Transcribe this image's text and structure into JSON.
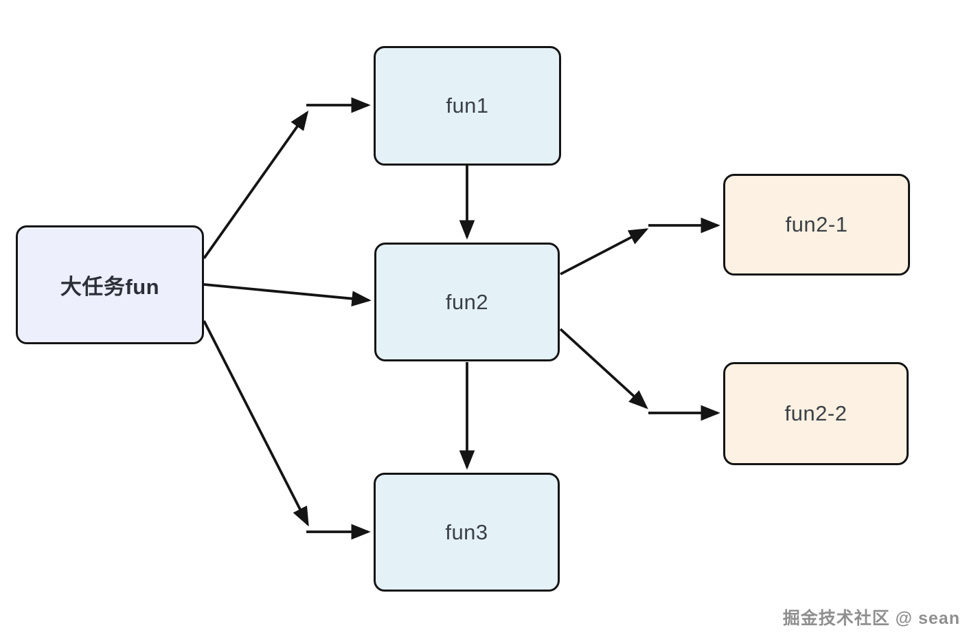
{
  "diagram": {
    "type": "flowchart",
    "nodes": {
      "root": {
        "label": "大任务fun",
        "fill": "#edf0fc"
      },
      "fun1": {
        "label": "fun1",
        "fill": "#e4f1f6"
      },
      "fun2": {
        "label": "fun2",
        "fill": "#e4f1f6"
      },
      "fun3": {
        "label": "fun3",
        "fill": "#e4f1f6"
      },
      "fun21": {
        "label": "fun2-1",
        "fill": "#fcf1e2"
      },
      "fun22": {
        "label": "fun2-2",
        "fill": "#fcf1e2"
      }
    },
    "edges": [
      {
        "from": "大任务fun",
        "to": "fun1"
      },
      {
        "from": "大任务fun",
        "to": "fun2"
      },
      {
        "from": "大任务fun",
        "to": "fun3"
      },
      {
        "from": "fun1",
        "to": "fun2"
      },
      {
        "from": "fun2",
        "to": "fun3"
      },
      {
        "from": "fun2",
        "to": "fun2-1"
      },
      {
        "from": "fun2",
        "to": "fun2-2"
      }
    ],
    "colors": {
      "stroke": "#141414",
      "root_fill": "#edf0fc",
      "blue_fill": "#e4f1f6",
      "cream_fill": "#fcf1e2",
      "text": "#3a4046",
      "background": "#ffffff"
    }
  },
  "watermark": {
    "text": "掘金技术社区 @ sean"
  }
}
